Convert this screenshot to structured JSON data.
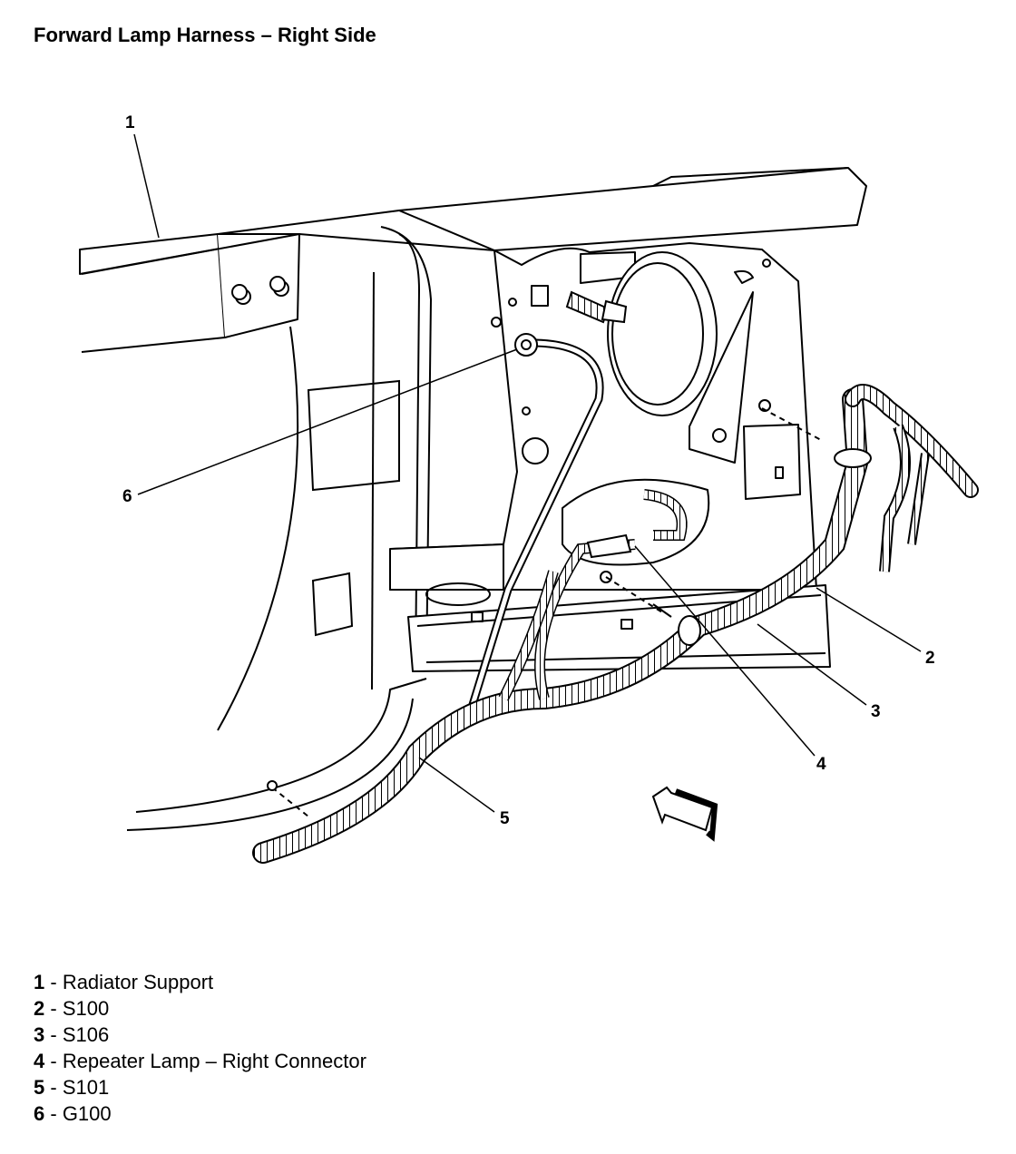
{
  "title": "Forward Lamp Harness – Right Side",
  "callouts": [
    "1",
    "2",
    "3",
    "4",
    "5",
    "6"
  ],
  "legend": [
    {
      "num": "1",
      "sep": " - ",
      "label": "Radiator Support"
    },
    {
      "num": "2",
      "sep": " - ",
      "label": "S100"
    },
    {
      "num": "3",
      "sep": " - ",
      "label": "S106"
    },
    {
      "num": "4",
      "sep": " - ",
      "label": "Repeater Lamp – Right Connector"
    },
    {
      "num": "5",
      "sep": " - ",
      "label": "S101"
    },
    {
      "num": "6",
      "sep": " - ",
      "label": "G100"
    }
  ]
}
